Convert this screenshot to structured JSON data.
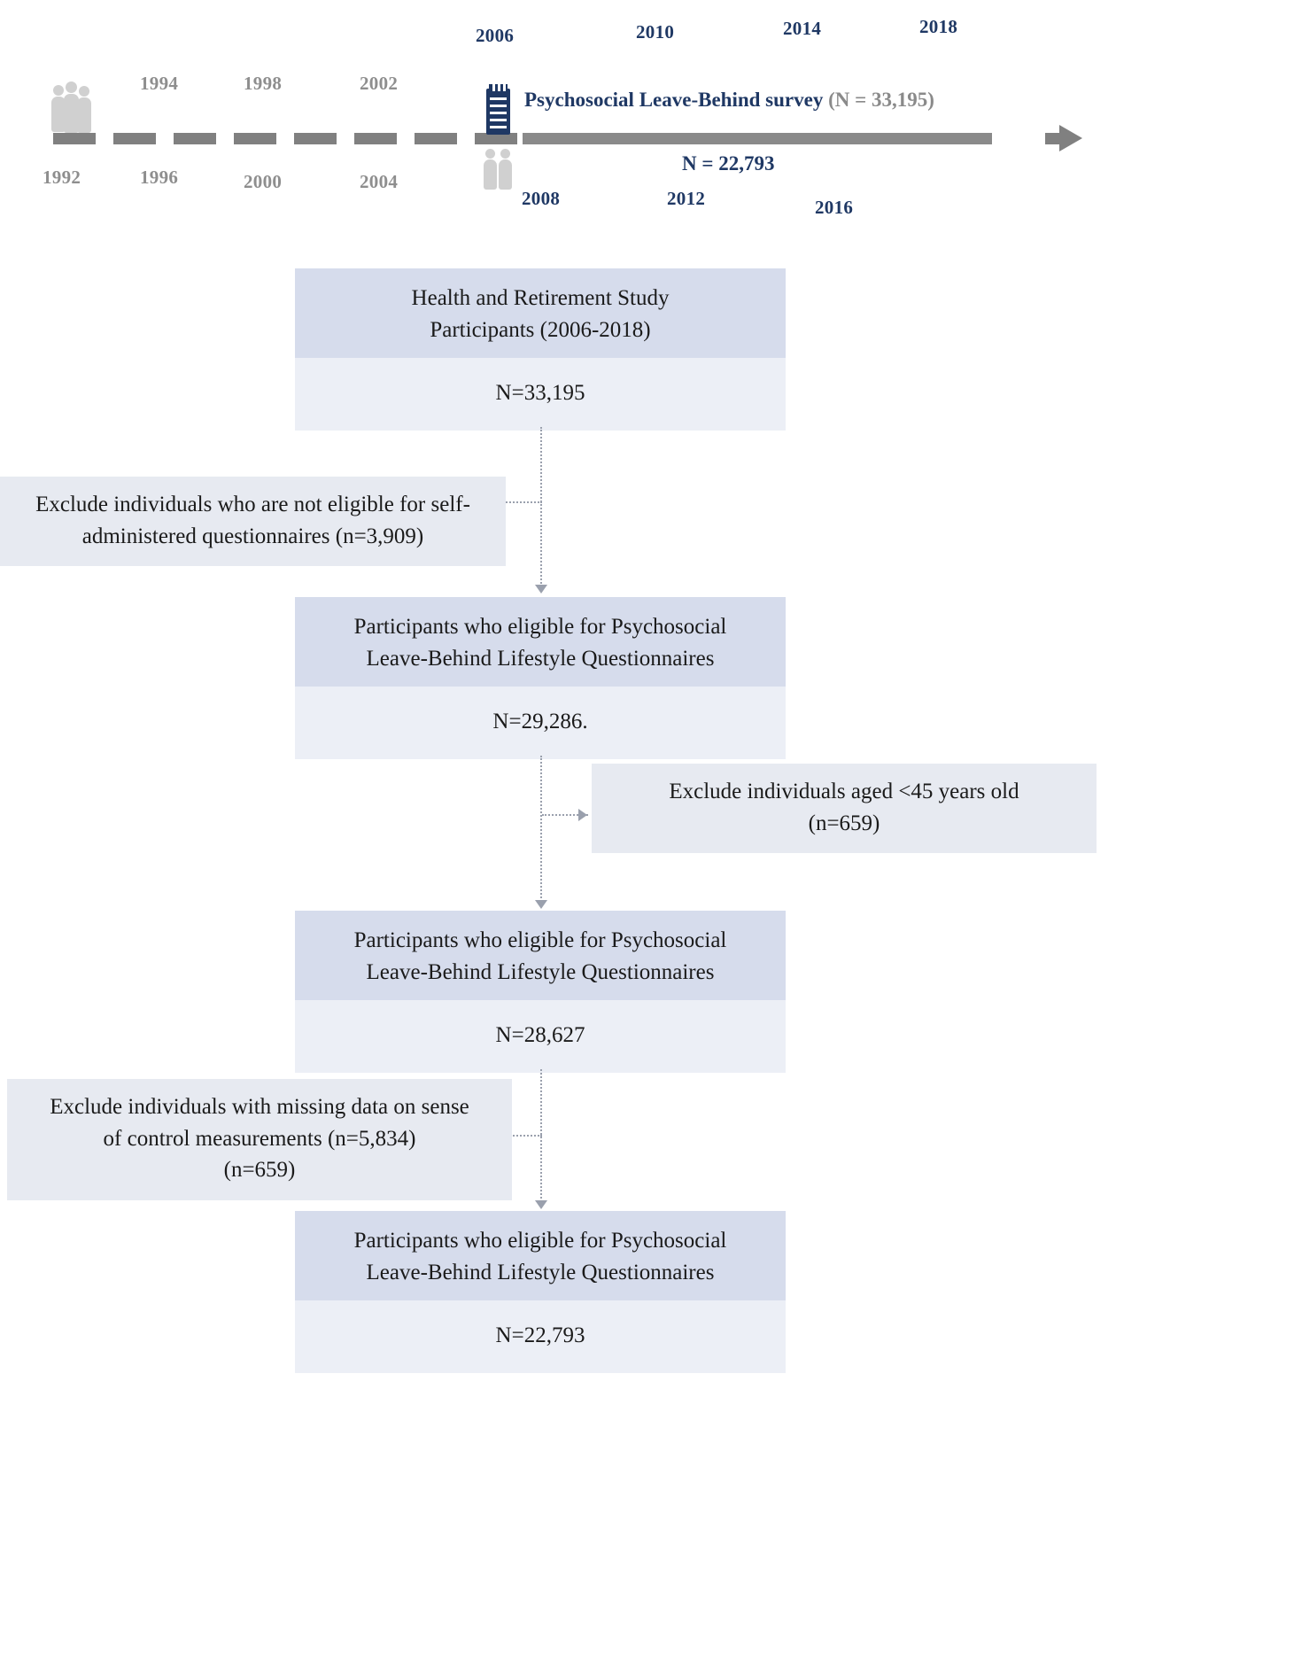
{
  "timeline": {
    "years_above": [
      {
        "label": "1994",
        "color": "grey"
      },
      {
        "label": "1998",
        "color": "grey"
      },
      {
        "label": "2002",
        "color": "grey"
      },
      {
        "label": "2006",
        "color": "blue"
      },
      {
        "label": "2010",
        "color": "blue"
      },
      {
        "label": "2014",
        "color": "blue"
      },
      {
        "label": "2018",
        "color": "blue"
      }
    ],
    "years_below": [
      {
        "label": "1992",
        "color": "grey"
      },
      {
        "label": "1996",
        "color": "grey"
      },
      {
        "label": "2000",
        "color": "grey"
      },
      {
        "label": "2004",
        "color": "grey"
      },
      {
        "label": "2008",
        "color": "blue"
      },
      {
        "label": "2012",
        "color": "blue"
      },
      {
        "label": "2016",
        "color": "blue"
      }
    ],
    "survey_label": "Psychosocial Leave-Behind survey",
    "survey_n": "(N = 33,195)",
    "analytic_n": "N = 22,793",
    "survey_icon": "clipboard-survey-icon",
    "people_icon_left": "group-of-people-icon",
    "people_icon_mid": "two-people-icon",
    "arrow_icon": "right-arrow-icon"
  },
  "flow": {
    "box1": {
      "title_line1": "Health and Retirement Study",
      "title_line2": "Participants (2006-2018)",
      "n": "N=33,195"
    },
    "excl1": {
      "line1": "Exclude individuals who are not eligible for self-",
      "line2": "administered questionnaires (n=3,909)"
    },
    "box2": {
      "title_line1": "Participants who eligible for Psychosocial",
      "title_line2": "Leave-Behind Lifestyle Questionnaires",
      "n": "N=29,286."
    },
    "excl2": {
      "line1": "Exclude individuals aged <45 years old",
      "line2": "(n=659)"
    },
    "box3": {
      "title_line1": "Participants who eligible for Psychosocial",
      "title_line2": "Leave-Behind Lifestyle Questionnaires",
      "n": "N=28,627"
    },
    "excl3": {
      "line1": "Exclude individuals with missing data on sense",
      "line2": "of control measurements (n=5,834)",
      "line3": "(n=659)"
    },
    "box4": {
      "title_line1": "Participants who eligible for Psychosocial",
      "title_line2": "Leave-Behind Lifestyle Questionnaires",
      "n": "N=22,793"
    }
  },
  "colors": {
    "box_header": "#d6dcec",
    "box_body": "#eceff6",
    "exclusion_box": "#e7eaf1",
    "timeline_grey": "#8e8e8e",
    "timeline_blue": "#1f3864",
    "axis": "#808080",
    "connector": "#9aa0ad"
  }
}
